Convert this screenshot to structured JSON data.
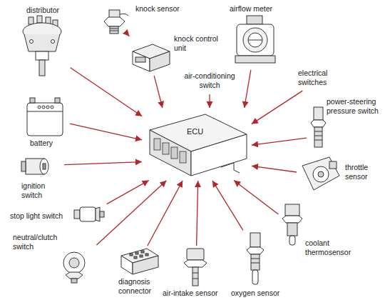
{
  "diagram": {
    "nodes": [
      {
        "text": [
          "knock sensor"
        ]
      },
      {
        "text": [
          "knock control unit"
        ]
      },
      {
        "text": [
          "airflow meter"
        ]
      },
      {
        "text": [
          "distributor"
        ]
      },
      {
        "text": [
          "air-conditioning switch"
        ]
      },
      {
        "text": [
          "electrical switches"
        ]
      },
      {
        "text": [
          "power-steering pressure switch"
        ]
      },
      {
        "text": [
          "ECU"
        ]
      },
      {
        "text": [
          "battery"
        ]
      },
      {
        "text": [
          "throttle sensor"
        ]
      },
      {
        "text": [
          "ignition switch"
        ]
      },
      {
        "text": [
          "stop light switch"
        ]
      },
      {
        "text": [
          "coolant thermosensor"
        ]
      },
      {
        "text": [
          "neutral/clutch switch"
        ]
      },
      {
        "text": [
          "diagnosis connector"
        ]
      },
      {
        "text": [
          "oxygen sensor"
        ]
      },
      {
        "text": [
          "air-intake sensor"
        ]
      }
    ],
    "edges": [
      {
        "from": 0,
        "to": 1,
        "arrow": "to"
      },
      {
        "from": 1,
        "to": 7,
        "arrow": "to"
      },
      {
        "from": 2,
        "to": 7,
        "arrow": "to"
      },
      {
        "from": 3,
        "to": 7,
        "arrow": "to"
      },
      {
        "from": 4,
        "to": 7,
        "arrow": "to"
      },
      {
        "from": 5,
        "to": 7,
        "arrow": "to"
      },
      {
        "from": 6,
        "to": 7,
        "arrow": "to"
      },
      {
        "from": 8,
        "to": 7,
        "arrow": "to"
      },
      {
        "from": 9,
        "to": 7,
        "arrow": "to"
      },
      {
        "from": 10,
        "to": 7,
        "arrow": "to"
      },
      {
        "from": 11,
        "to": 7,
        "arrow": "to"
      },
      {
        "from": 12,
        "to": 7,
        "arrow": "to"
      },
      {
        "from": 13,
        "to": 7,
        "arrow": "to"
      },
      {
        "from": 14,
        "to": 7,
        "arrow": "to"
      },
      {
        "from": 15,
        "to": 7,
        "arrow": "to"
      },
      {
        "from": 16,
        "to": 7,
        "arrow": "to"
      }
    ]
  }
}
